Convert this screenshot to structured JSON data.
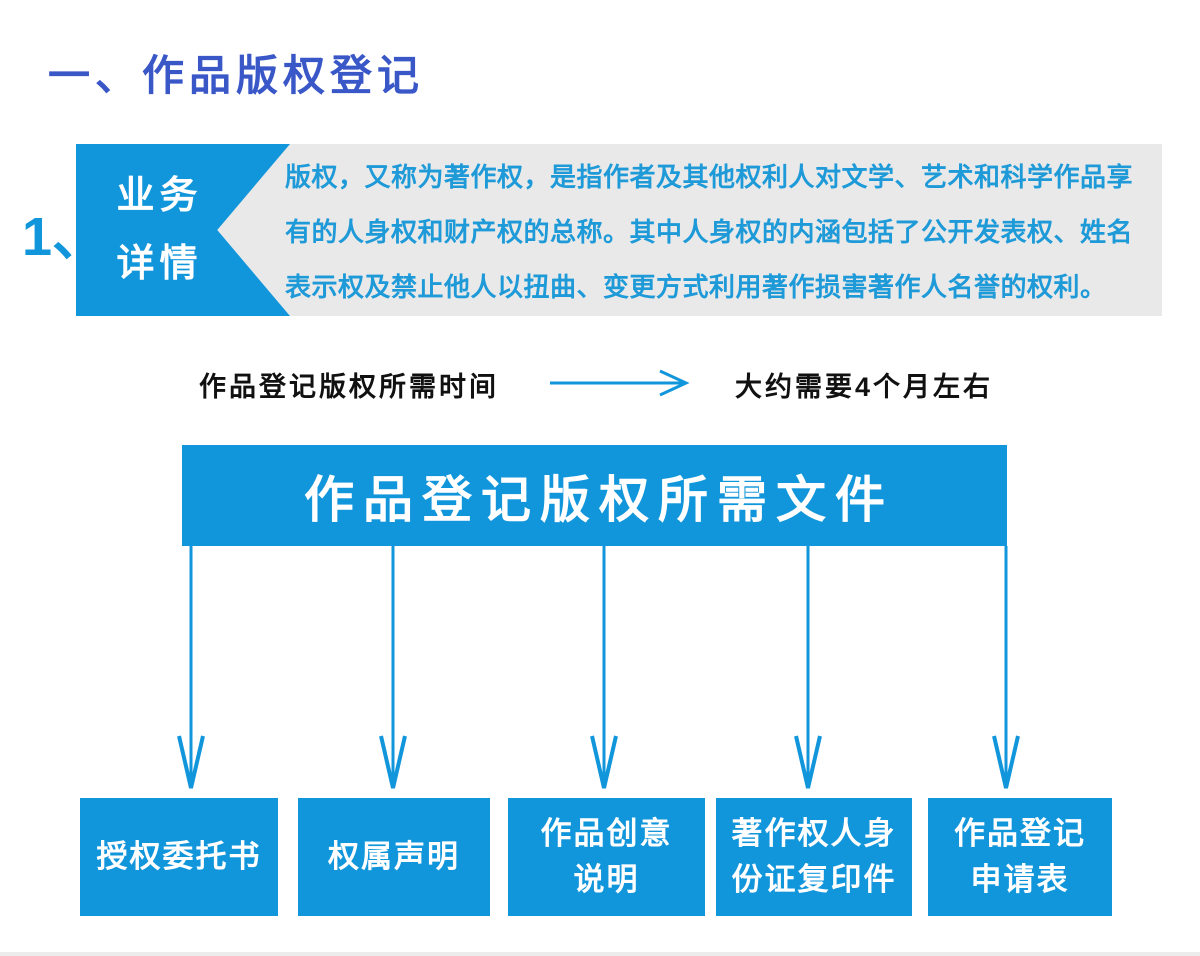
{
  "page": {
    "title": "一、作品版权登记",
    "section_number": "1、"
  },
  "business_detail": {
    "badge_line1": "业务",
    "badge_line2": "详情",
    "description_lines": [
      "版权，又称为著作权，是指作者及其他权利人对文学、艺术和科学作品享",
      "有的人身权和财产权的总称。其中人身权的内涵包括了公开发表权、姓名",
      "表示权及禁止他人以扭曲、变更方式利用著作损害著作人名誉的权利。"
    ]
  },
  "time_row": {
    "label": "作品登记版权所需时间",
    "value": "大约需要4个月左右"
  },
  "documents": {
    "banner_title": "作品登记版权所需文件",
    "items": [
      {
        "label": "授权委托书",
        "lines": [
          "授权委托书"
        ]
      },
      {
        "label": "权属声明",
        "lines": [
          "权属声明"
        ]
      },
      {
        "label": "作品创意说明",
        "lines": [
          "作品创意",
          "说明"
        ]
      },
      {
        "label": "著作权人身份证复印件",
        "lines": [
          "著作权人身",
          "份证复印件"
        ]
      },
      {
        "label": "作品登记申请表",
        "lines": [
          "作品登记",
          "申请表"
        ]
      }
    ]
  },
  "colors": {
    "primary_blue": "#1296db",
    "title_blue": "#3a57c8",
    "text_blue": "#1e9ad8",
    "panel_gray": "#e9e9e9",
    "text_dark": "#111111"
  }
}
